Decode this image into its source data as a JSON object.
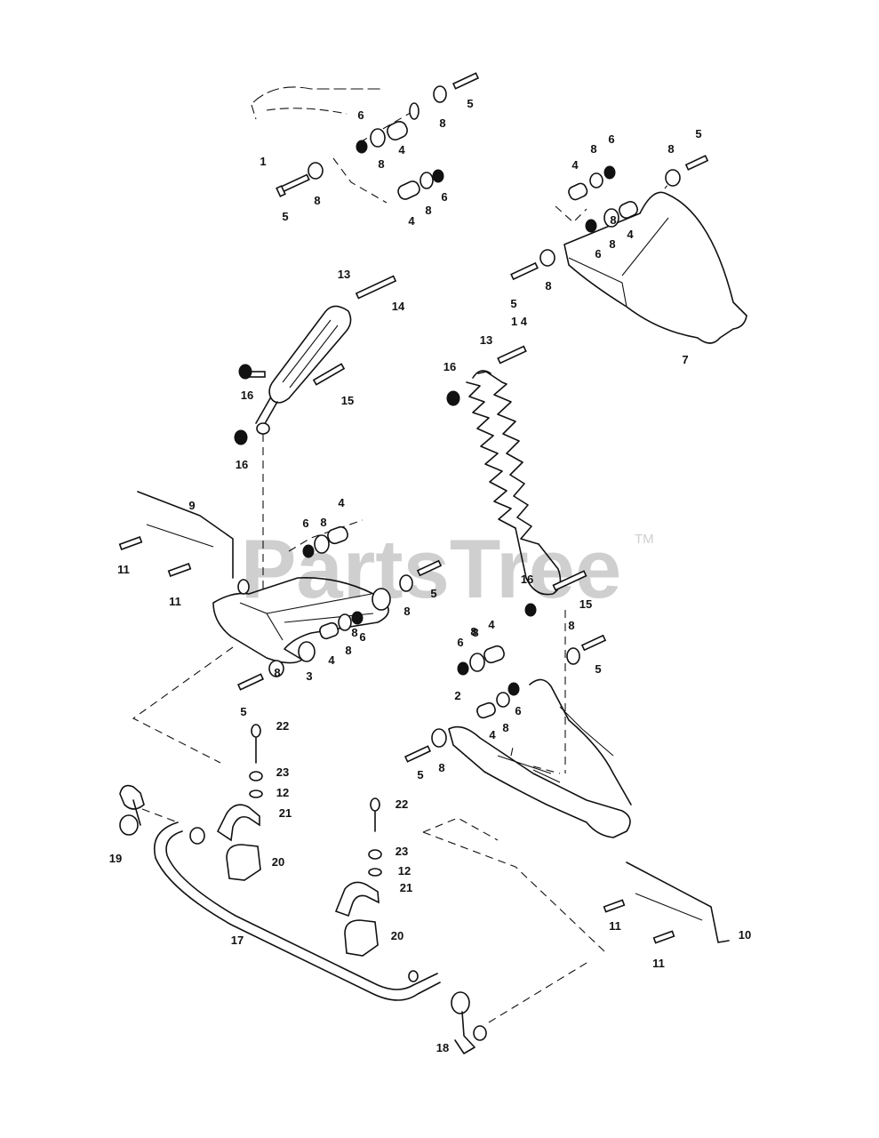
{
  "watermark": {
    "text": "PartsTree",
    "trademark": "TM"
  },
  "callouts": [
    {
      "id": "c-1",
      "text": "1"
    },
    {
      "id": "c-2",
      "text": "2"
    },
    {
      "id": "c-3",
      "text": "3"
    },
    {
      "id": "c-4a",
      "text": "4"
    },
    {
      "id": "c-4b",
      "text": "4"
    },
    {
      "id": "c-4c",
      "text": "4"
    },
    {
      "id": "c-4d",
      "text": "4"
    },
    {
      "id": "c-4e",
      "text": "4"
    },
    {
      "id": "c-4f",
      "text": "4"
    },
    {
      "id": "c-4g",
      "text": "4"
    },
    {
      "id": "c-4h",
      "text": "4"
    },
    {
      "id": "c-5a",
      "text": "5"
    },
    {
      "id": "c-5b",
      "text": "5"
    },
    {
      "id": "c-5c",
      "text": "5"
    },
    {
      "id": "c-5d",
      "text": "5"
    },
    {
      "id": "c-5e",
      "text": "5"
    },
    {
      "id": "c-5f",
      "text": "5"
    },
    {
      "id": "c-5g",
      "text": "5"
    },
    {
      "id": "c-5h",
      "text": "5"
    },
    {
      "id": "c-6a",
      "text": "6"
    },
    {
      "id": "c-6b",
      "text": "6"
    },
    {
      "id": "c-6c",
      "text": "6"
    },
    {
      "id": "c-6d",
      "text": "6"
    },
    {
      "id": "c-6e",
      "text": "6"
    },
    {
      "id": "c-6f",
      "text": "6"
    },
    {
      "id": "c-6g",
      "text": "6"
    },
    {
      "id": "c-6h",
      "text": "6"
    },
    {
      "id": "c-7",
      "text": "7"
    },
    {
      "id": "c-8a",
      "text": "8"
    },
    {
      "id": "c-8b",
      "text": "8"
    },
    {
      "id": "c-8c",
      "text": "8"
    },
    {
      "id": "c-8d",
      "text": "8"
    },
    {
      "id": "c-8e",
      "text": "8"
    },
    {
      "id": "c-8f",
      "text": "8"
    },
    {
      "id": "c-8g",
      "text": "8"
    },
    {
      "id": "c-8h",
      "text": "8"
    },
    {
      "id": "c-8i",
      "text": "8"
    },
    {
      "id": "c-8j",
      "text": "8"
    },
    {
      "id": "c-8k",
      "text": "8"
    },
    {
      "id": "c-8l",
      "text": "8"
    },
    {
      "id": "c-8m",
      "text": "8"
    },
    {
      "id": "c-8n",
      "text": "8"
    },
    {
      "id": "c-8o",
      "text": "8"
    },
    {
      "id": "c-8p",
      "text": "8"
    },
    {
      "id": "c-8q",
      "text": "8"
    },
    {
      "id": "c-8r",
      "text": "8"
    },
    {
      "id": "c-8s",
      "text": "8"
    },
    {
      "id": "c-9",
      "text": "9"
    },
    {
      "id": "c-10",
      "text": "10"
    },
    {
      "id": "c-11a",
      "text": "11"
    },
    {
      "id": "c-11b",
      "text": "11"
    },
    {
      "id": "c-11c",
      "text": "11"
    },
    {
      "id": "c-11d",
      "text": "11"
    },
    {
      "id": "c-12a",
      "text": "12"
    },
    {
      "id": "c-12b",
      "text": "12"
    },
    {
      "id": "c-13a",
      "text": "13"
    },
    {
      "id": "c-13b",
      "text": "13"
    },
    {
      "id": "c-14a",
      "text": "14"
    },
    {
      "id": "c-14b",
      "text": "1 4"
    },
    {
      "id": "c-15a",
      "text": "15"
    },
    {
      "id": "c-15b",
      "text": "15"
    },
    {
      "id": "c-16a",
      "text": "16"
    },
    {
      "id": "c-16b",
      "text": "16"
    },
    {
      "id": "c-16c",
      "text": "16"
    },
    {
      "id": "c-16d",
      "text": "16"
    },
    {
      "id": "c-17",
      "text": "17"
    },
    {
      "id": "c-18",
      "text": "18"
    },
    {
      "id": "c-19",
      "text": "19"
    },
    {
      "id": "c-20a",
      "text": "20"
    },
    {
      "id": "c-20b",
      "text": "20"
    },
    {
      "id": "c-21a",
      "text": "21"
    },
    {
      "id": "c-21b",
      "text": "21"
    },
    {
      "id": "c-22a",
      "text": "22"
    },
    {
      "id": "c-22b",
      "text": "22"
    },
    {
      "id": "c-23a",
      "text": "23"
    },
    {
      "id": "c-23b",
      "text": "23"
    }
  ]
}
